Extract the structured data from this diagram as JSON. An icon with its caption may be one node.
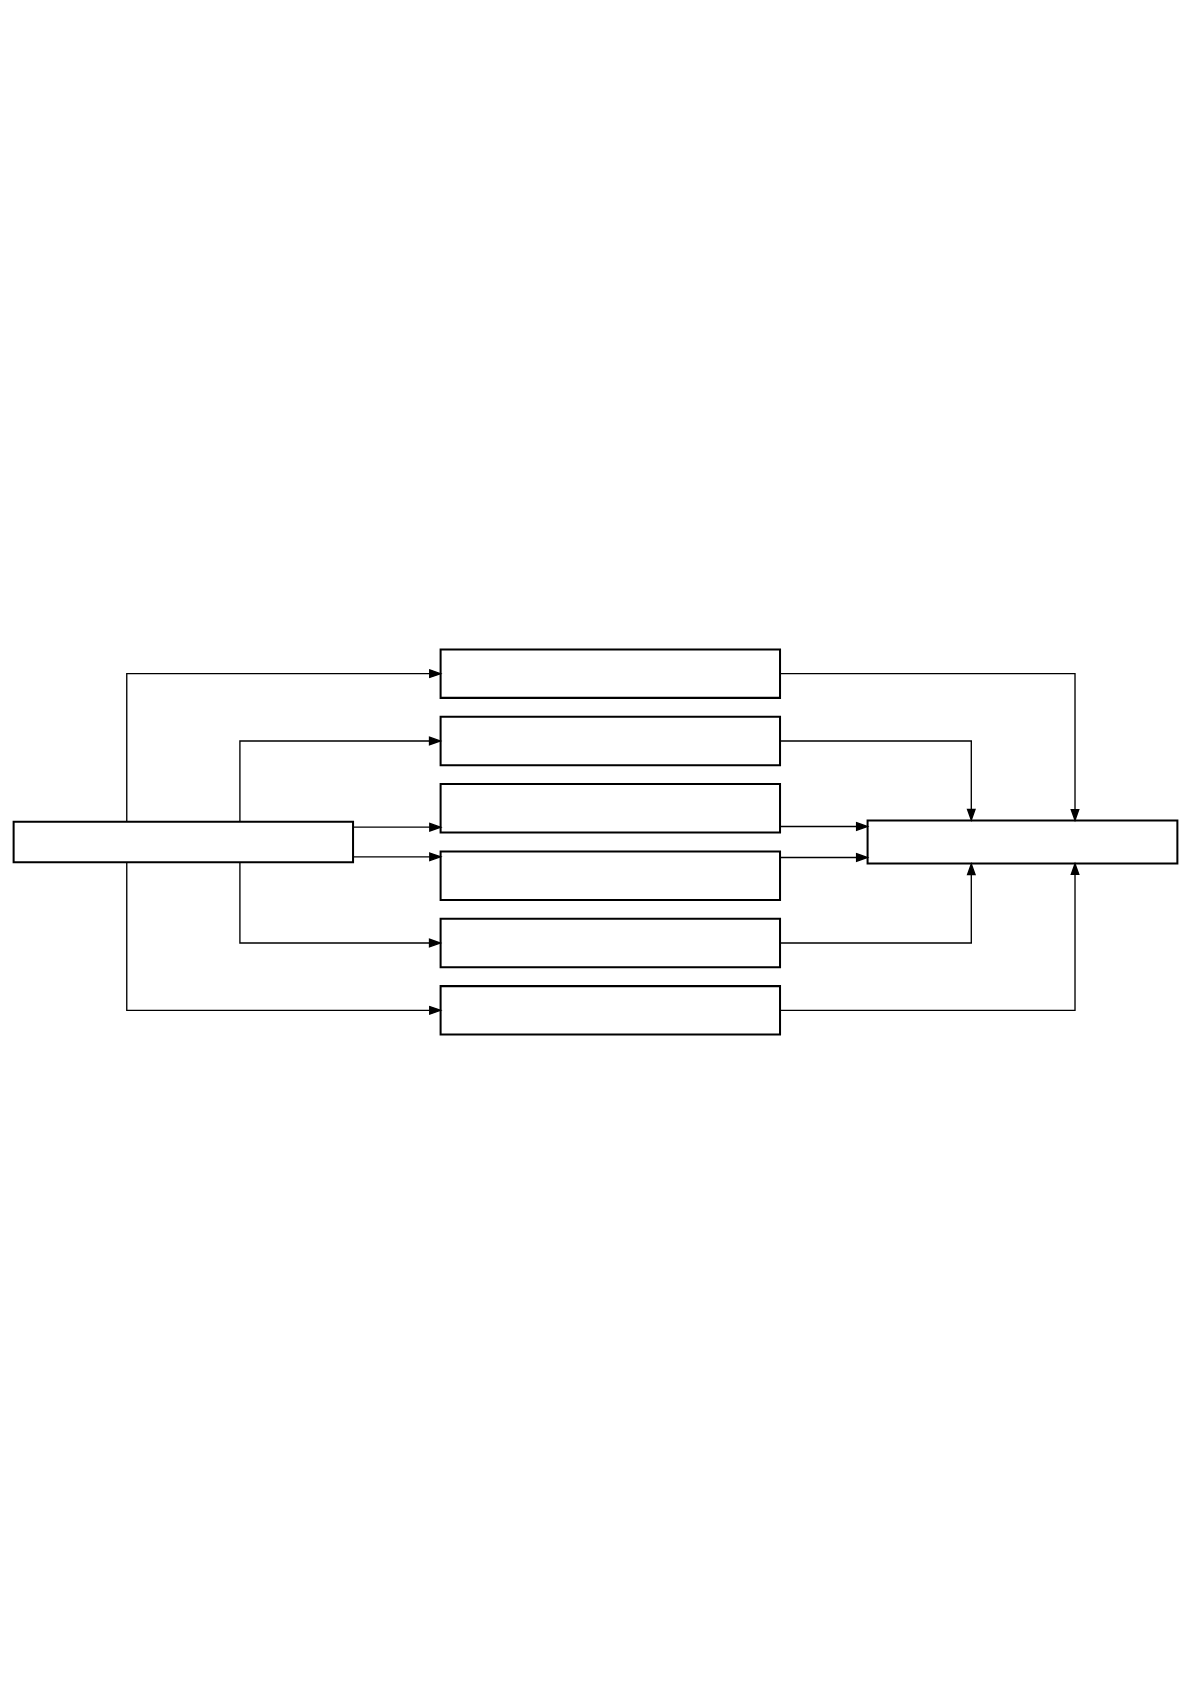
{
  "diagram": {
    "nodes": [
      {
        "text": [],
        "shape": "box"
      },
      {
        "text": [],
        "shape": "box"
      },
      {
        "text": [],
        "shape": "box"
      },
      {
        "text": [],
        "shape": "box"
      },
      {
        "text": [],
        "shape": "box"
      },
      {
        "text": [],
        "shape": "box"
      },
      {
        "text": [],
        "shape": "box"
      },
      {
        "text": [],
        "shape": "box"
      }
    ],
    "edges": [
      {
        "from": 7,
        "to": 0,
        "arrow": "to"
      },
      {
        "from": 7,
        "to": 1,
        "arrow": "to"
      },
      {
        "from": 7,
        "to": 2,
        "arrow": "to"
      },
      {
        "from": 7,
        "to": 3,
        "arrow": "to"
      },
      {
        "from": 7,
        "to": 4,
        "arrow": "to"
      },
      {
        "from": 7,
        "to": 5,
        "arrow": "to"
      },
      {
        "from": 0,
        "to": 6,
        "arrow": "to"
      },
      {
        "from": 1,
        "to": 6,
        "arrow": "to"
      },
      {
        "from": 2,
        "to": 6,
        "arrow": "to"
      },
      {
        "from": 3,
        "to": 6,
        "arrow": "to"
      },
      {
        "from": 4,
        "to": 6,
        "arrow": "to"
      },
      {
        "from": 5,
        "to": 6,
        "arrow": "to"
      }
    ]
  }
}
